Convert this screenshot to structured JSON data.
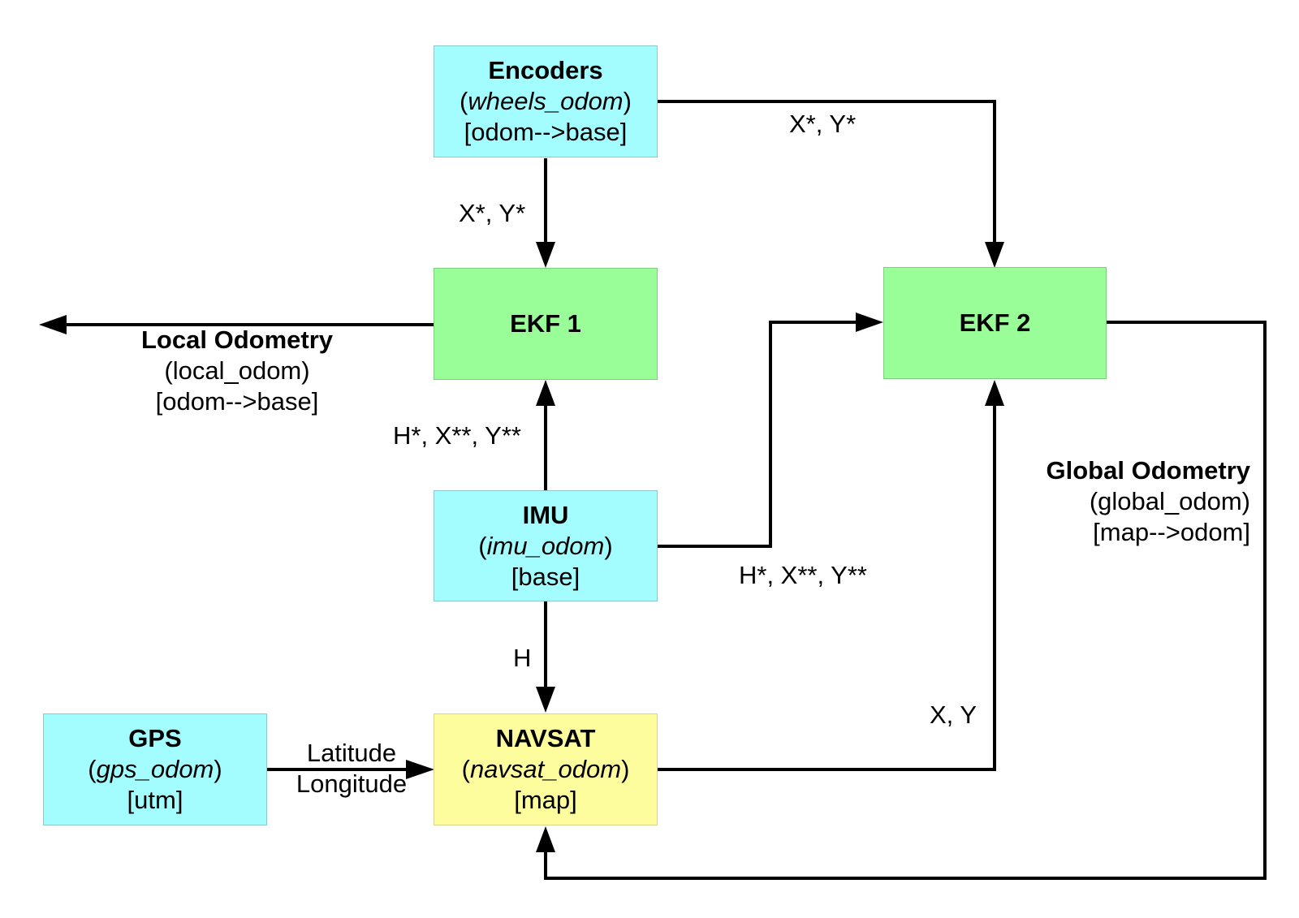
{
  "colors": {
    "sensor_box": "#a3fdff",
    "filter_box": "#9afe98",
    "navsat_box": "#fdfd9d",
    "line": "#000000"
  },
  "nodes": {
    "encoders": {
      "title": "Encoders",
      "paren_open": "(",
      "topic": "wheels_odom",
      "paren_close": ")",
      "frame": "[odom-->base]"
    },
    "ekf1": {
      "title": "EKF 1"
    },
    "ekf2": {
      "title": "EKF 2"
    },
    "imu": {
      "title": "IMU",
      "paren_open": "(",
      "topic": "imu_odom",
      "paren_close": ")",
      "frame": "[base]"
    },
    "gps": {
      "title": "GPS",
      "paren_open": "(",
      "topic": "gps_odom",
      "paren_close": ")",
      "frame": "[utm]"
    },
    "navsat": {
      "title": "NAVSAT",
      "paren_open": "(",
      "topic": "navsat_odom",
      "paren_close": ")",
      "frame": "[map]"
    }
  },
  "edges": {
    "encoders_to_ekf1": "X*, Y*",
    "encoders_to_ekf2": "X*, Y*",
    "imu_to_ekf1": "H*, X**, Y**",
    "imu_to_ekf2": "H*, X**, Y**",
    "imu_to_navsat": "H",
    "navsat_to_ekf2": "X, Y",
    "gps_to_navsat_line1": "Latitude",
    "gps_to_navsat_line2": "Longitude"
  },
  "outputs": {
    "local": {
      "title": "Local Odometry",
      "topic": "(local_odom)",
      "frame": "[odom-->base]"
    },
    "global": {
      "title": "Global Odometry",
      "topic": "(global_odom)",
      "frame": "[map-->odom]"
    }
  }
}
